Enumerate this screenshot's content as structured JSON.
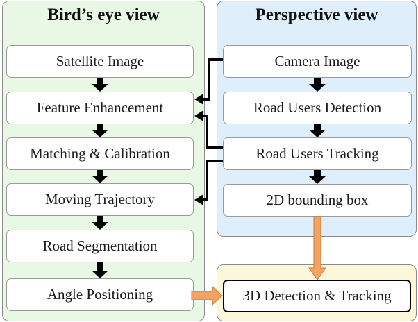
{
  "left_panel": {
    "title": "Bird’s eye view",
    "steps": [
      "Satellite Image",
      "Feature Enhancement",
      "Matching & Calibration",
      "Moving Trajectory",
      "Road Segmentation",
      "Angle Positioning"
    ]
  },
  "right_panel": {
    "title": "Perspective view",
    "steps": [
      "Camera Image",
      "Road Users Detection",
      "Road Users Tracking",
      "2D bounding box"
    ]
  },
  "output": {
    "label": "3D Detection & Tracking"
  },
  "colors": {
    "left_panel_bg": "#e9f8e5",
    "right_panel_bg": "#dfeefb",
    "output_panel_bg": "#fdf7da",
    "flow_arrow": "#000000",
    "output_arrow": "#f4a460"
  }
}
